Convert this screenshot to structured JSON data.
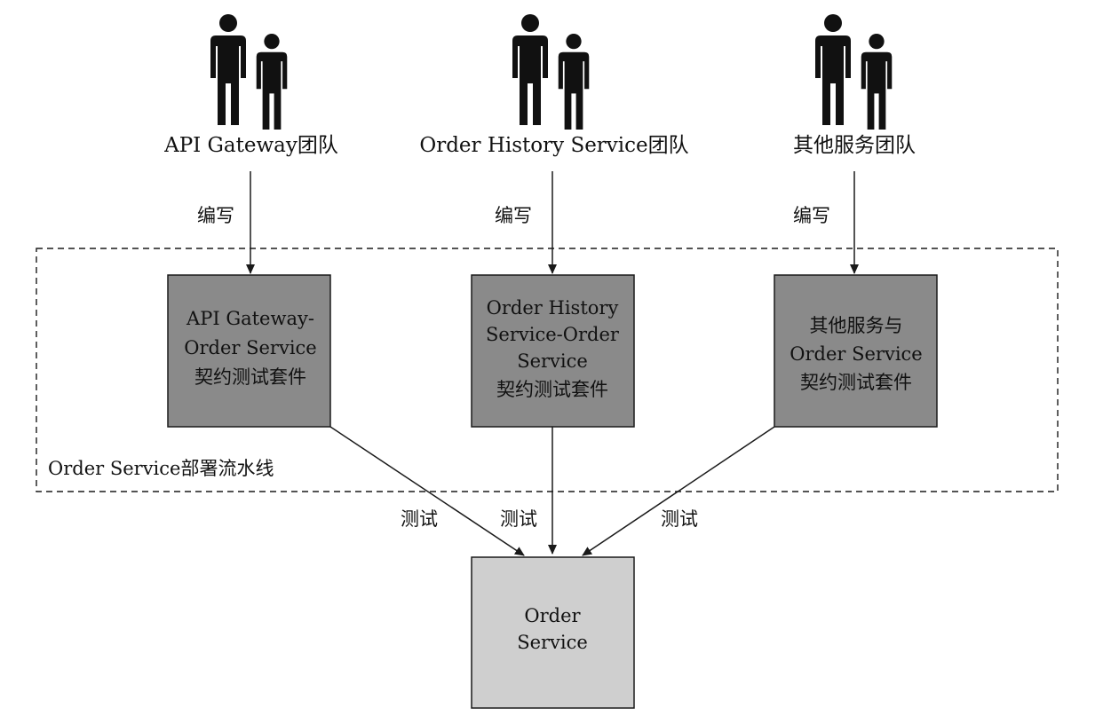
{
  "teams": [
    {
      "label": "API Gateway团队",
      "action": "编写"
    },
    {
      "label": "Order History Service团队",
      "action": "编写"
    },
    {
      "label": "其他服务团队",
      "action": "编写"
    }
  ],
  "suites": [
    {
      "lines": [
        "API Gateway-",
        "Order Service",
        "契约测试套件"
      ],
      "test_label": "测试"
    },
    {
      "lines": [
        "Order History",
        "Service-Order",
        "Service",
        "契约测试套件"
      ],
      "test_label": "测试"
    },
    {
      "lines": [
        "其他服务与",
        "Order Service",
        "契约测试套件"
      ],
      "test_label": "测试"
    }
  ],
  "pipeline": {
    "label": "Order Service部署流水线"
  },
  "target": {
    "lines": [
      "Order",
      "Service"
    ]
  },
  "colors": {
    "suite_fill": "#8a8a8a",
    "target_fill": "#cfcfcf",
    "stroke": "#1a1a1a",
    "person": "#111111"
  }
}
